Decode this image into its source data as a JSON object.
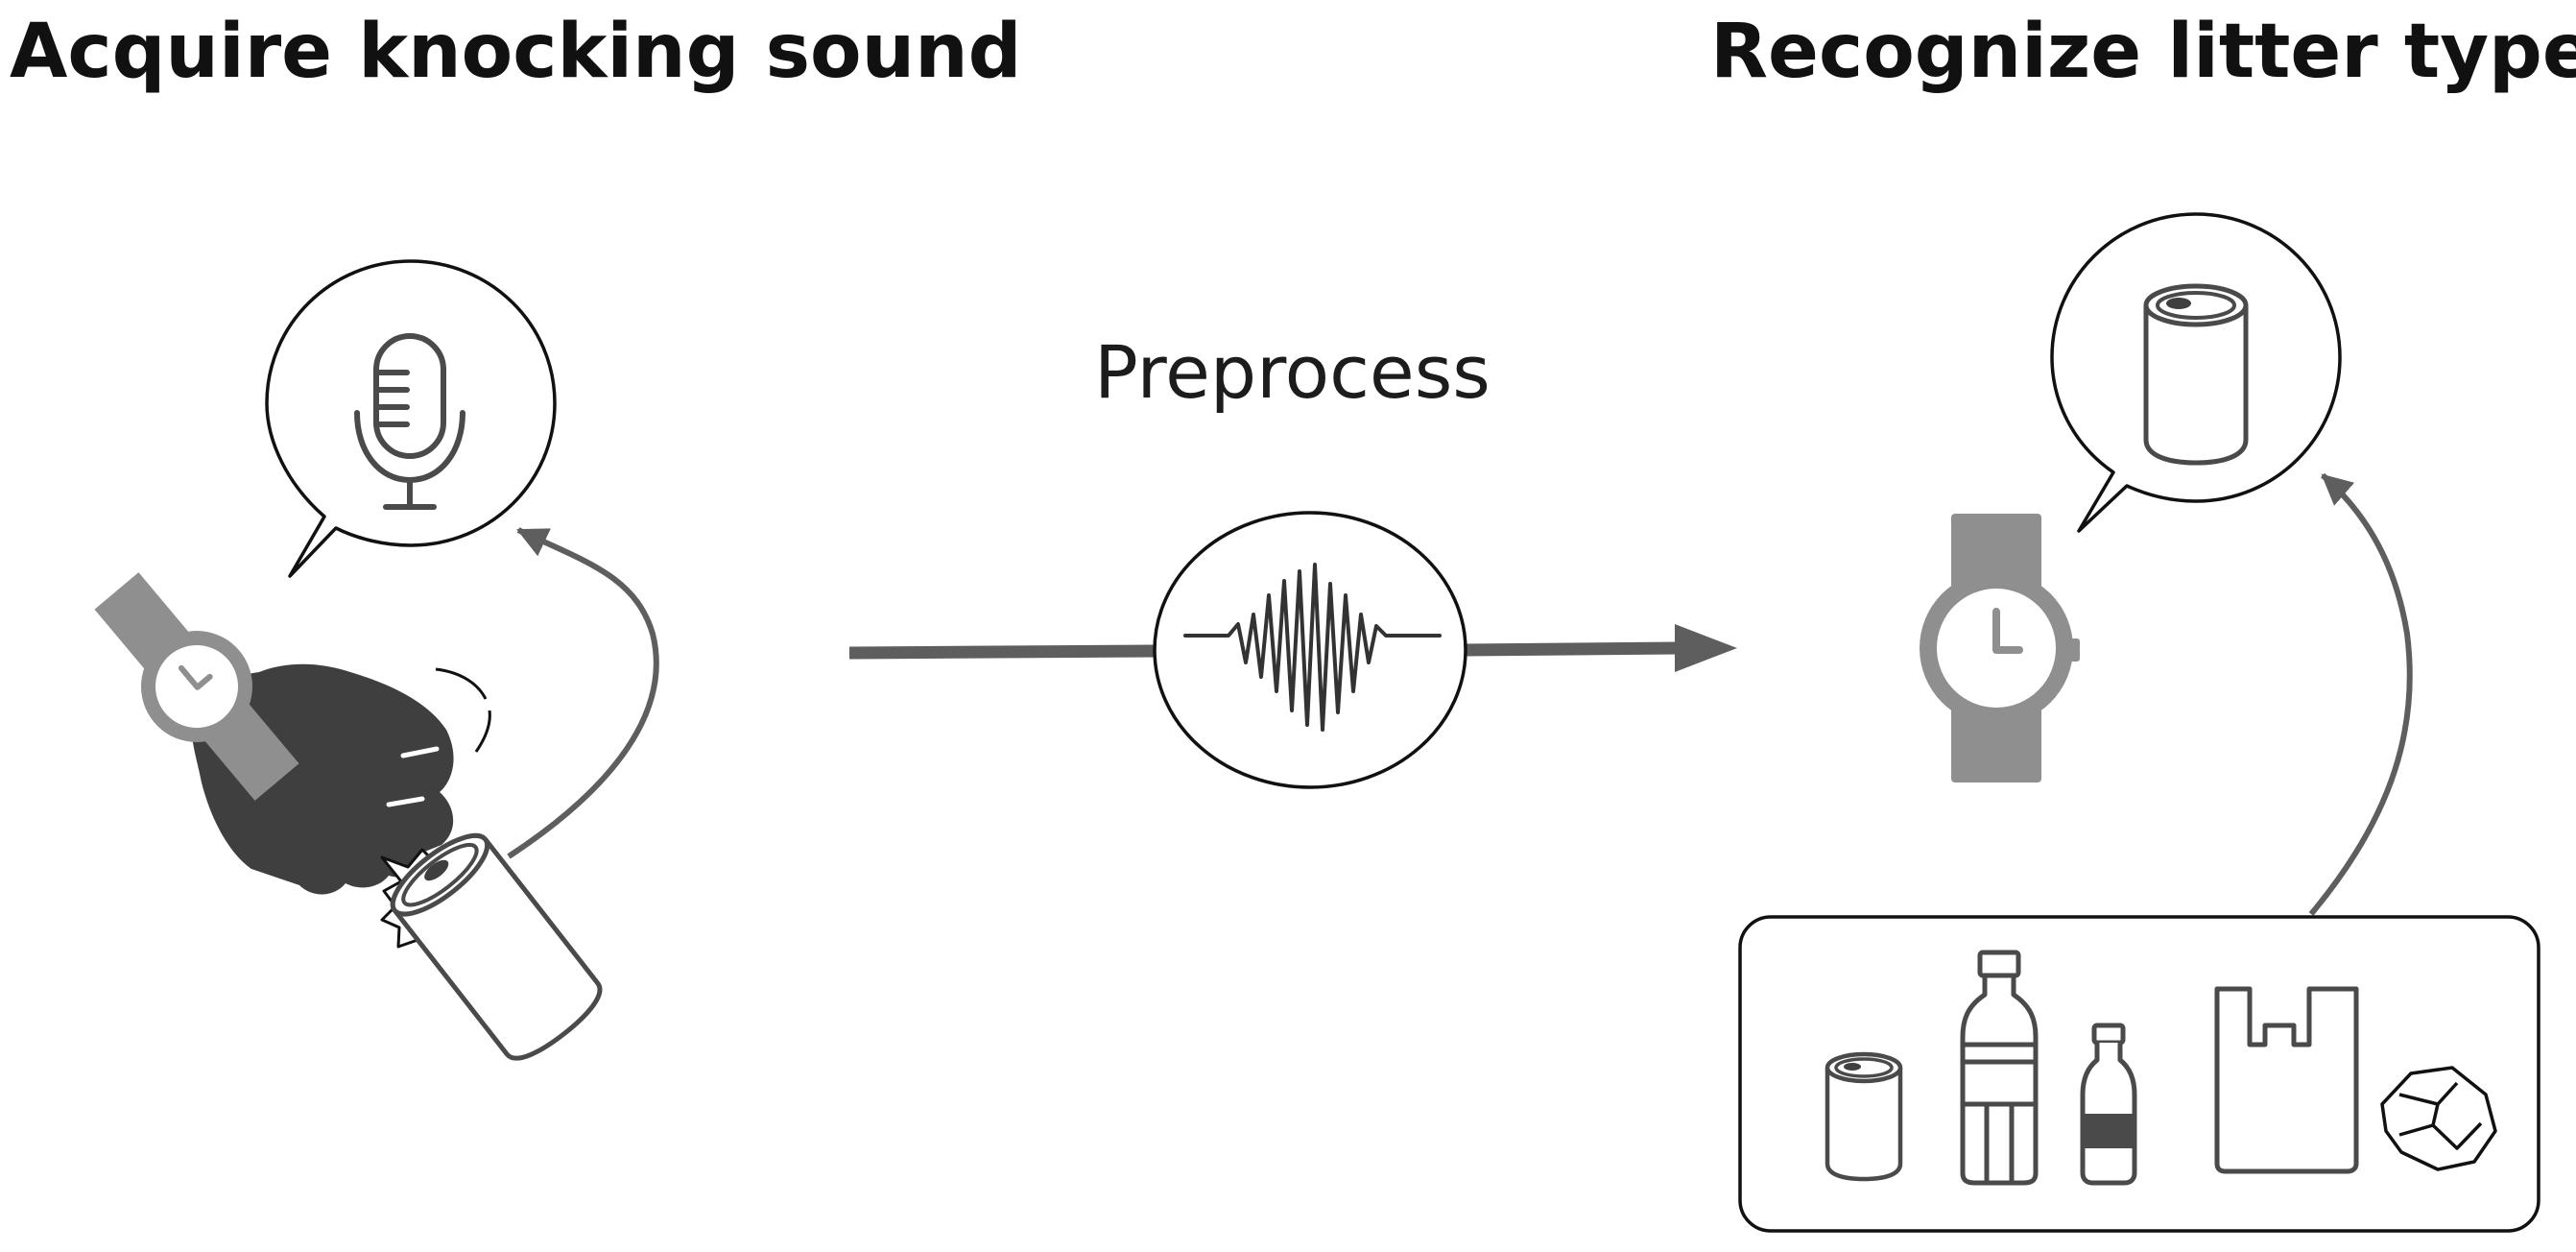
{
  "headings": {
    "left": "Acquire knocking sound",
    "right": "Recognize litter type"
  },
  "process": {
    "label": "Preprocess"
  },
  "icons": {
    "source_panel": [
      "microphone-icon",
      "smartwatch-icon",
      "fist-icon",
      "impact-burst-icon",
      "can-icon"
    ],
    "result_panel": [
      "can-icon",
      "smartwatch-icon"
    ],
    "litter_categories": [
      "can-icon",
      "pet-bottle-icon",
      "glass-bottle-icon",
      "plastic-bag-icon",
      "paper-icon"
    ]
  },
  "colors": {
    "dark_fill": "#3f3f3f",
    "medium_gray": "#5e5e5e",
    "light_gray": "#8f8f8f",
    "outline": "#111111"
  }
}
